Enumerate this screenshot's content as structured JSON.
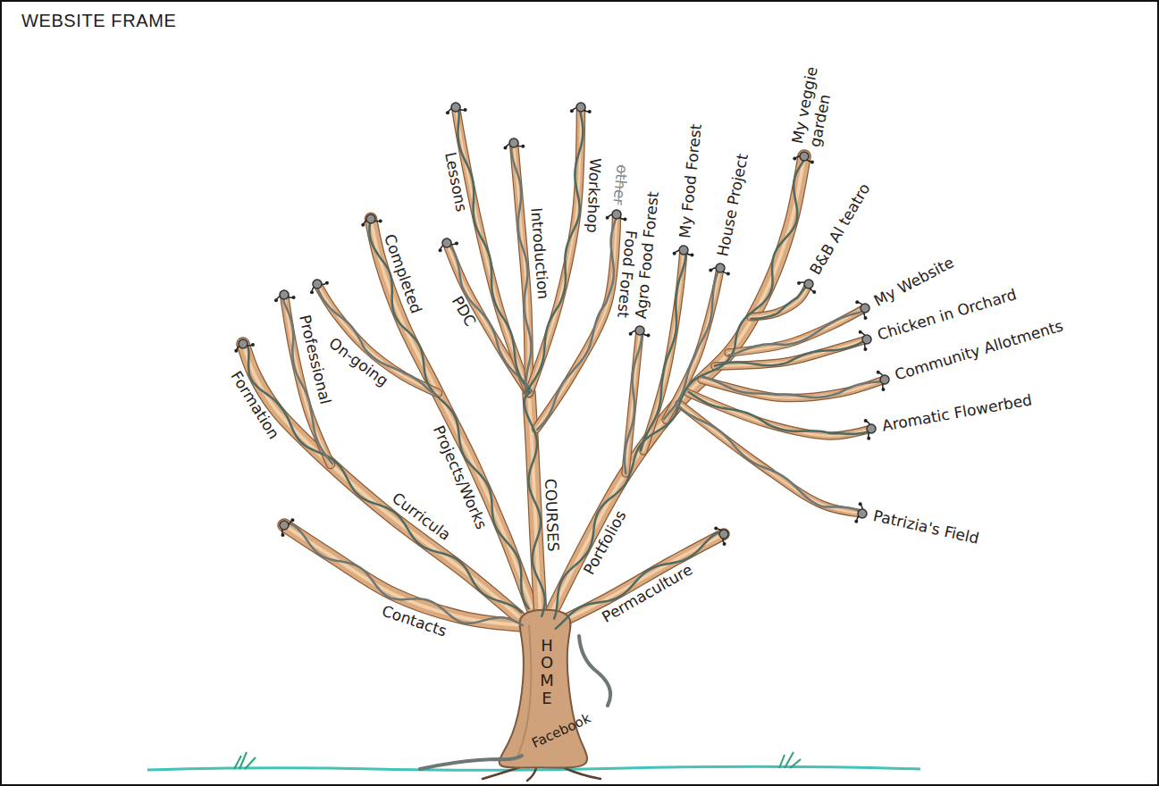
{
  "diagram": {
    "title": "WEBSITE FRAME",
    "labels": [
      "Formation",
      "Professional",
      "On-going",
      "Completed",
      "Curricula",
      "Projects/Works",
      "Contacts",
      "PDC",
      "Lessons",
      "Introduction",
      "Workshop",
      "other",
      "Food Forest",
      "COURSES",
      "Agro Food Forest",
      "My Food Forest",
      "House Project",
      "My veggie garden",
      "B&B Al teatro",
      "My Website",
      "Chicken in Orchard",
      "Community Allotments",
      "Aromatic Flowerbed",
      "Patrizia's Field",
      "Portfolios",
      "Permaculture",
      "HOME",
      "Facebook"
    ]
  }
}
